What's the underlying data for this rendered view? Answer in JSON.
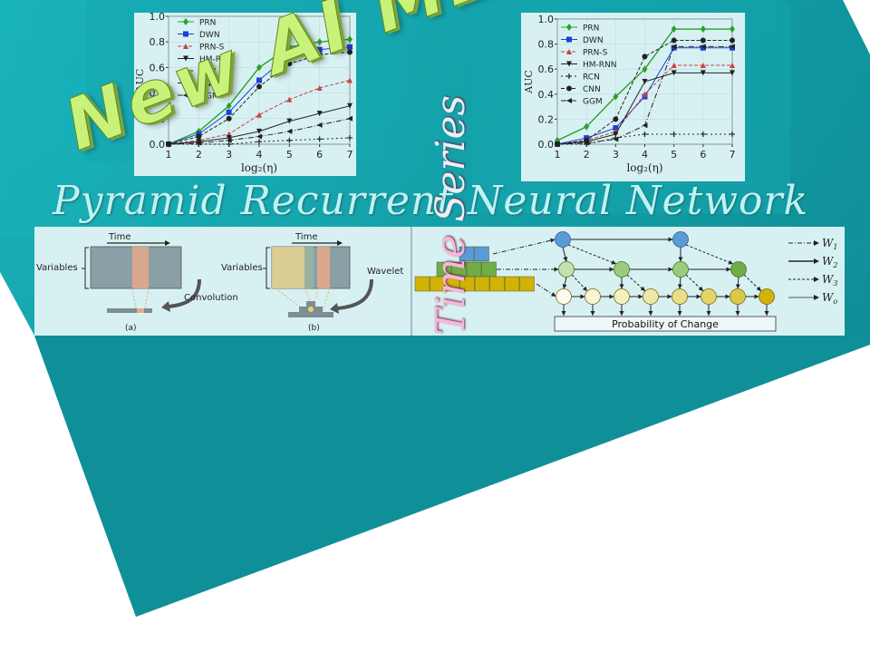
{
  "slide": {
    "title_3d": "New AI ML",
    "subtitle": "Pyramid Recurrent Neural Network",
    "vertical_word_1": "Time",
    "vertical_word_2": "Series"
  },
  "colors": {
    "teal_dark": "#0f8e97",
    "teal_light": "#1ab8bf",
    "title_green": "#c8f27a",
    "panel_bg": "#d7f1f3"
  },
  "legend": {
    "entries": [
      "PRN",
      "DWN",
      "PRN-S",
      "HM-RNN",
      "RCN",
      "CNN",
      "GGM"
    ],
    "colors": [
      "#2ca02c",
      "#1f3fd6",
      "#c94040",
      "#222222",
      "#222222",
      "#222222",
      "#222222"
    ],
    "markers": [
      "diamond",
      "square",
      "triangle-up",
      "triangle-down",
      "plus",
      "circle",
      "triangle-left"
    ]
  },
  "chart_data": [
    {
      "type": "line",
      "ylabel": "AUC",
      "xlabel": "log₂(η)",
      "x": [
        1,
        2,
        3,
        4,
        5,
        6,
        7
      ],
      "xlim": [
        1,
        7
      ],
      "ylim": [
        0,
        1.0
      ],
      "xticks": [
        "1",
        "2",
        "3",
        "4",
        "5",
        "6",
        "7"
      ],
      "yticks": [
        "0.0",
        "0.2",
        "0.4",
        "0.6",
        "0.8",
        "1.0"
      ],
      "series": [
        {
          "name": "PRN",
          "values": [
            0.0,
            0.1,
            0.3,
            0.6,
            0.76,
            0.8,
            0.82
          ]
        },
        {
          "name": "DWN",
          "values": [
            0.0,
            0.08,
            0.25,
            0.5,
            0.7,
            0.74,
            0.76
          ]
        },
        {
          "name": "PRN-S",
          "values": [
            0.0,
            0.03,
            0.08,
            0.23,
            0.35,
            0.44,
            0.5
          ]
        },
        {
          "name": "HM-RNN",
          "values": [
            0.0,
            0.02,
            0.05,
            0.1,
            0.18,
            0.24,
            0.3
          ]
        },
        {
          "name": "RCN",
          "values": [
            0.0,
            0.0,
            0.0,
            0.02,
            0.03,
            0.04,
            0.05
          ]
        },
        {
          "name": "CNN",
          "values": [
            0.0,
            0.06,
            0.2,
            0.45,
            0.63,
            0.7,
            0.72
          ]
        },
        {
          "name": "GGM",
          "values": [
            0.0,
            0.01,
            0.03,
            0.06,
            0.1,
            0.15,
            0.2
          ]
        }
      ]
    },
    {
      "type": "line",
      "ylabel": "AUC",
      "xlabel": "log₂(η)",
      "x": [
        1,
        2,
        3,
        4,
        5,
        6,
        7
      ],
      "xlim": [
        1,
        7
      ],
      "ylim": [
        0,
        1.0
      ],
      "xticks": [
        "1",
        "2",
        "3",
        "4",
        "5",
        "6",
        "7"
      ],
      "yticks": [
        "0.0",
        "0.2",
        "0.4",
        "0.6",
        "0.8",
        "1.0"
      ],
      "series": [
        {
          "name": "PRN",
          "values": [
            0.03,
            0.14,
            0.38,
            0.6,
            0.92,
            0.92,
            0.92
          ]
        },
        {
          "name": "DWN",
          "values": [
            0.0,
            0.05,
            0.13,
            0.38,
            0.77,
            0.77,
            0.77
          ]
        },
        {
          "name": "PRN-S",
          "values": [
            0.0,
            0.03,
            0.1,
            0.4,
            0.63,
            0.63,
            0.63
          ]
        },
        {
          "name": "HM-RNN",
          "values": [
            0.0,
            0.02,
            0.08,
            0.5,
            0.57,
            0.57,
            0.57
          ]
        },
        {
          "name": "RCN",
          "values": [
            0.0,
            0.0,
            0.05,
            0.08,
            0.08,
            0.08,
            0.08
          ]
        },
        {
          "name": "CNN",
          "values": [
            0.0,
            0.03,
            0.2,
            0.7,
            0.83,
            0.83,
            0.83
          ]
        },
        {
          "name": "GGM",
          "values": [
            0.0,
            0.01,
            0.04,
            0.15,
            0.78,
            0.78,
            0.78
          ]
        }
      ]
    }
  ],
  "figure_conv": {
    "time_label": "Time",
    "variables_label": "Variables",
    "convolution_label": "Convolution",
    "wavelet_label": "Wavelet",
    "caption_a": "(a)",
    "caption_b": "(b)"
  },
  "figure_prn": {
    "output_label": "Probability of Change",
    "legend": [
      "W1",
      "W2",
      "W3",
      "Wo"
    ],
    "layer_colors": [
      "#5b9bd5",
      "#70ad47",
      "#d4b106"
    ],
    "top_row_count": 2,
    "mid_row_count": 4,
    "bottom_row_count": 8
  }
}
